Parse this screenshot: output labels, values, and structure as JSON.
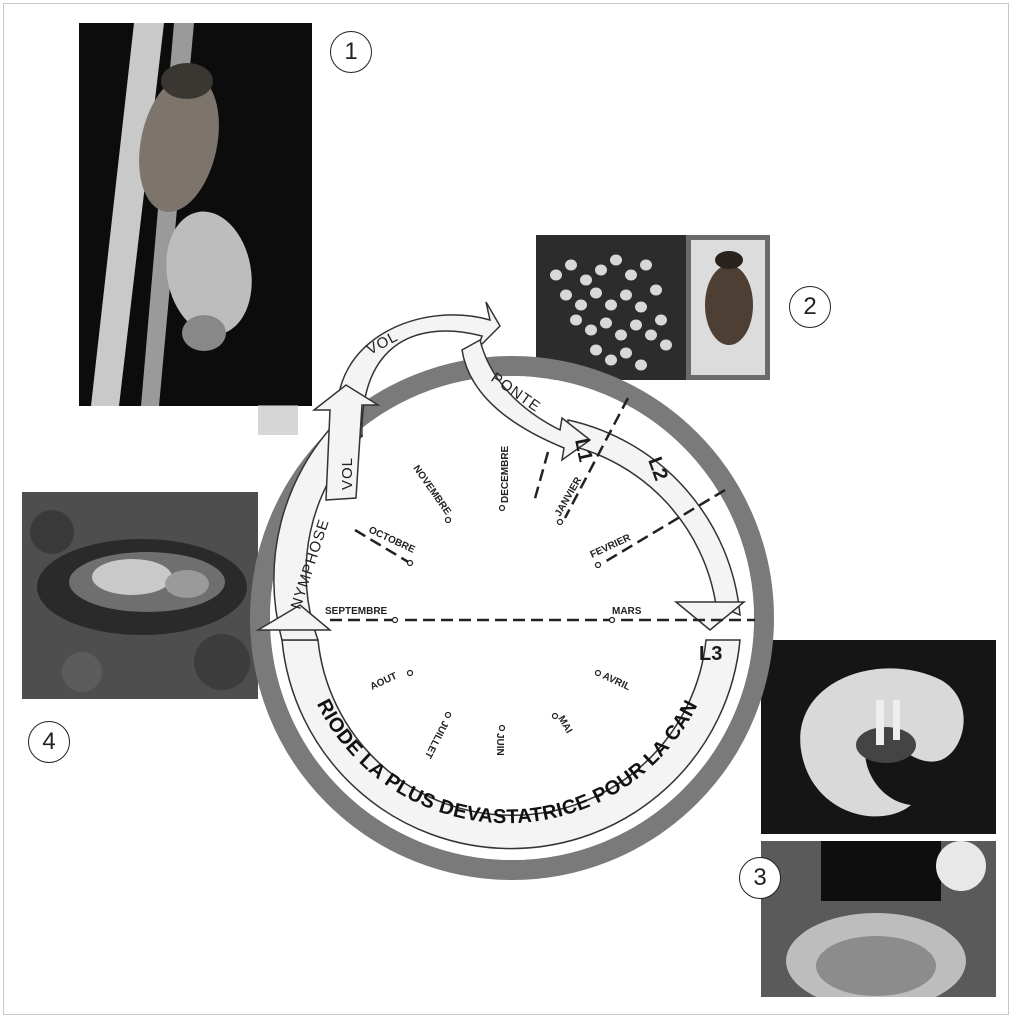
{
  "figure": {
    "photo_numbers": [
      "1",
      "2",
      "3",
      "4"
    ],
    "arrows": {
      "flight_top": "VOL",
      "flight_left": "VOL",
      "laying": "PONTE",
      "pupation": "NYMPHOSE"
    },
    "larval_stages": [
      "L1",
      "L2",
      "L3"
    ],
    "months": {
      "jan": "JANVIER",
      "feb": "FEVRIER",
      "mar": "MARS",
      "apr": "AVRIL",
      "may": "MAI",
      "jun": "JUIN",
      "jul": "JUILLET",
      "aug": "AOUT",
      "sep": "SEPTEMBRE",
      "oct": "OCTOBRE",
      "nov": "NOVEMBRE",
      "dec": "DECEMBRE"
    },
    "banner": "PERIODE LA PLUS DEVASTATRICE POUR LA CANNE"
  },
  "colors": {
    "ring": "#7a7a7a",
    "arrow_fill": "#f4f4f4",
    "arrow_stroke": "#333333",
    "dash": "#222222"
  }
}
